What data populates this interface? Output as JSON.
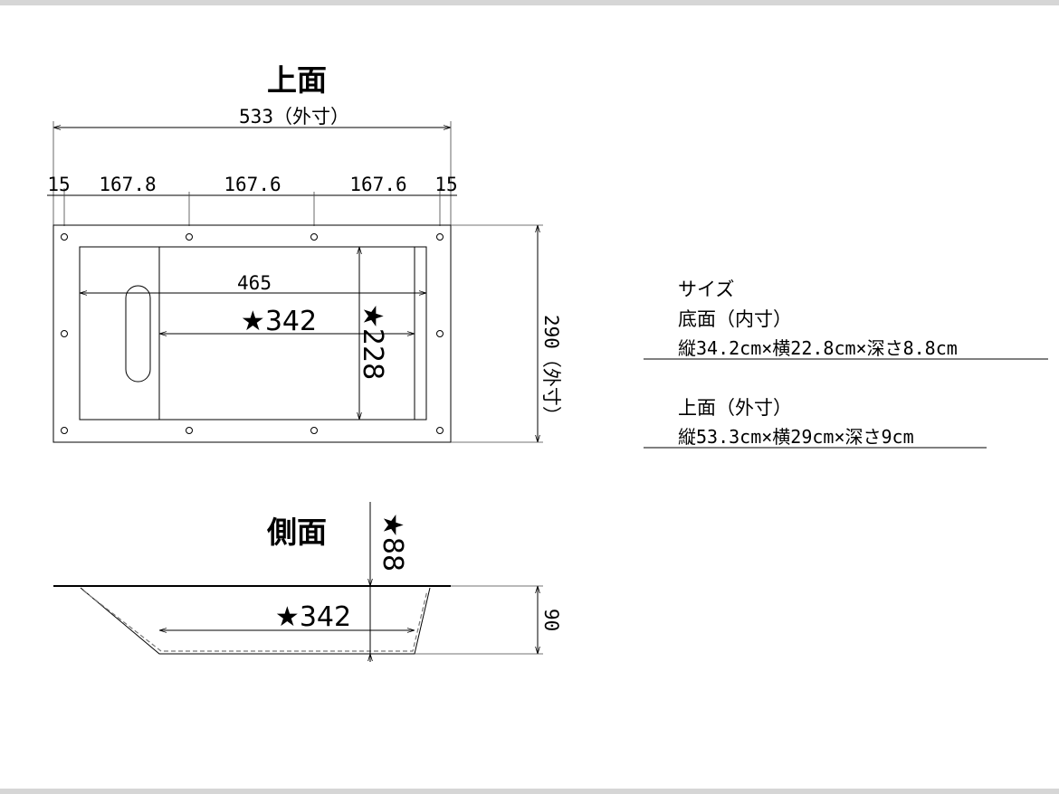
{
  "top_view": {
    "title": "上面",
    "outer_width_label": "533（外寸）",
    "segment_labels": [
      "15",
      "167.8",
      "167.6",
      "167.6",
      "15"
    ],
    "inner_width_label": "465",
    "inner_length_label": "★342",
    "inner_depth_label": "★228",
    "outer_height_label": "290（外寸）"
  },
  "side_view": {
    "title": "側面",
    "bottom_length_label": "★342",
    "depth_label": "★88",
    "height_label": "90"
  },
  "info": {
    "heading": "サイズ",
    "bottom_heading": "底面（内寸）",
    "bottom_dims": "縦34.2cm×横22.8cm×深さ8.8cm",
    "top_heading": "上面（外寸）",
    "top_dims": "縦53.3cm×横29cm×深さ9cm"
  }
}
